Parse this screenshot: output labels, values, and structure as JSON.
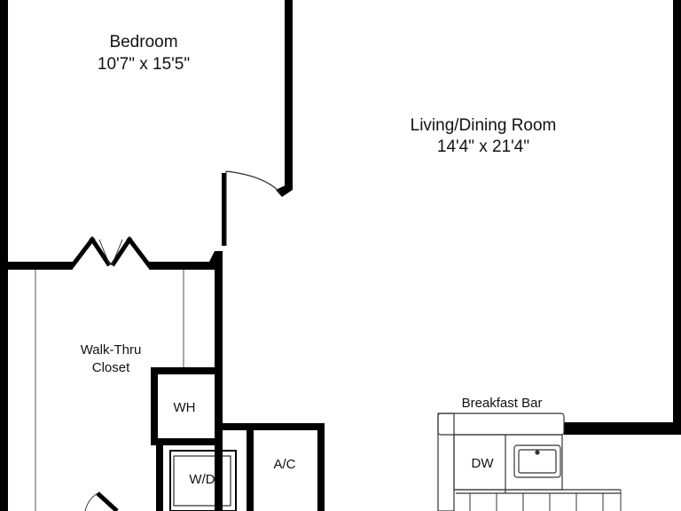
{
  "floor_plan": {
    "colors": {
      "wall": "#000000",
      "background": "#ffffff",
      "thin_line": "#555555"
    },
    "rooms": {
      "bedroom": {
        "name": "Bedroom",
        "dimensions": "10'7\" x 15'5\""
      },
      "living_dining": {
        "name": "Living/Dining Room",
        "dimensions": "14'4\" x 21'4\""
      },
      "walk_thru_closet": {
        "name_line1": "Walk-Thru",
        "name_line2": "Closet"
      }
    },
    "fixtures": {
      "breakfast_bar": "Breakfast Bar",
      "dishwasher": "DW",
      "water_heater": "WH",
      "washer_dryer": "W/D",
      "air_conditioner": "A/C"
    }
  }
}
